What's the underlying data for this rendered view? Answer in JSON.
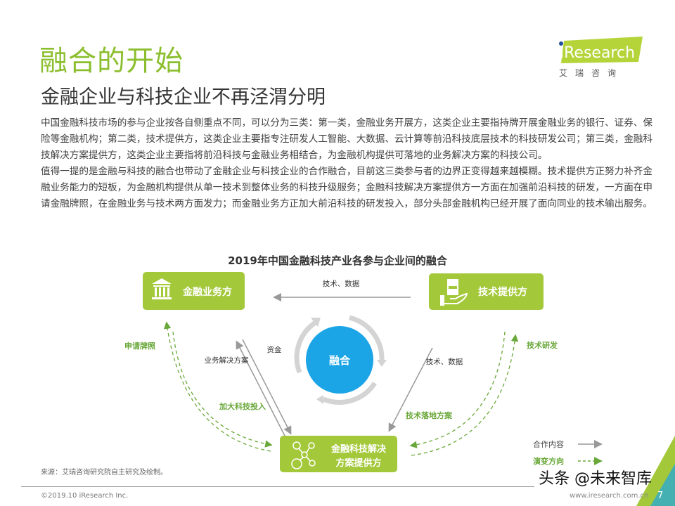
{
  "header": {
    "title": "融合的开始",
    "subtitle": "金融企业与科技企业不再泾渭分明",
    "logo_text": "iResearch",
    "logo_cn": "艾瑞咨询"
  },
  "body": {
    "paragraphs": [
      "中国金融科技市场的参与企业按各自侧重点不同，可以分为三类：第一类，金融业务开展方，这类企业主要指持牌开展金融业务的银行、证券、保险等金融机构；第二类，技术提供方，这类企业主要指专注研发人工智能、大数据、云计算等前沿科技底层技术的科技研发公司；第三类，金融科技解决方案提供方，这类企业主要指将前沿科技与金融业务相结合，为金融机构提供可落地的业务解决方案的科技公司。",
      "值得一提的是金融与科技的融合也带动了金融企业与科技企业的合作融合，目前这三类参与者的边界正变得越来越模糊。技术提供方正努力补齐金融业务能力的短板，为金融机构提供从单一技术到整体业务的科技升级服务；金融科技解决方案提供方一方面在加强前沿科技的研发，一方面在申请金融牌照，在金融业务与技术两方面发力；而金融业务方正加大前沿科技的研发投入，部分头部金融机构已经开展了面向同业的技术输出服务。"
    ]
  },
  "diagram": {
    "title": "2019年中国金融科技产业各参与企业间的融合",
    "nodes": {
      "finance": "金融业务方",
      "tech": "技术提供方",
      "solution_line1": "金融科技解决",
      "solution_line2": "方案提供方",
      "center": "融合"
    },
    "edges": {
      "tech_to_finance": "技术、数据",
      "capital": "资金",
      "business_solution": "业务解决方案",
      "tech_to_solution": "技术、数据",
      "apply_license": "申请牌照",
      "increase_investment": "加大科技投入",
      "tech_rd": "技术研发",
      "tech_landing": "技术落地方案"
    },
    "legend": {
      "cooperation": "合作内容",
      "evolution": "演变方向"
    },
    "icons": [
      "bank-icon",
      "server-hand-icon",
      "molecule-icon"
    ]
  },
  "footer": {
    "source": "来源：艾瑞咨询研究院自主研究及绘制。",
    "copyright": "©2019.10 iResearch Inc.",
    "url": "www.iresearch.com.cn",
    "page": "7",
    "watermark": "头条 @未来智库"
  },
  "colors": {
    "accent_green": "#8cbf2f",
    "box_green": "#a3c83a",
    "center_blue": "#1ba5e6",
    "arrow_gray": "#999999"
  }
}
